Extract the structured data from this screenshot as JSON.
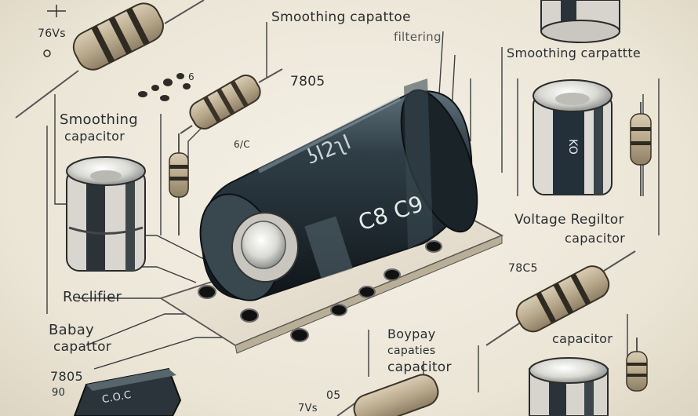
{
  "labels": {
    "top_left_voltage": "76Vs",
    "top_center_title_1": "Smoothing capattoe",
    "top_center_title_2": "filtering",
    "top_right": "Smoothing carpattte",
    "left_smoothing_1": "Smoothing",
    "left_smoothing_2": "capacitor",
    "resistor_code": "7805",
    "small_mark_1": "6",
    "small_mark_2": "6/C",
    "main_cap_top_text": "ʖI2ʅI",
    "main_cap_text": "C8 C9",
    "right_cap_mark": "KO",
    "voltage_regulator_1": "Voltage Regiltor",
    "voltage_regulator_2": "capacitor",
    "right_resistor_code": "78C5",
    "rectifier": "Reclifier",
    "bottom_left_1": "Babay",
    "bottom_left_2": "capattor",
    "bottom_center_1": "Boypay",
    "bottom_center_2": "capaties",
    "bottom_center_3": "capacitor",
    "right_capacitor": "capacitor",
    "bottom_left_code": "7805",
    "bottom_left_code_2": "90",
    "bottom_small_1": "05",
    "bottom_small_2": "7Vs",
    "bottom_ic_text": "C.O.C"
  }
}
